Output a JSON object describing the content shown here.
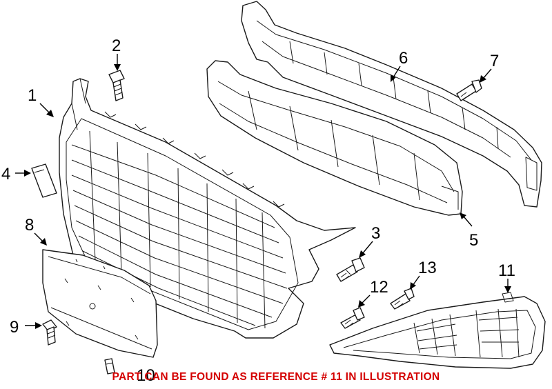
{
  "diagram": {
    "callouts": [
      "1",
      "2",
      "3",
      "4",
      "5",
      "6",
      "7",
      "8",
      "9",
      "10",
      "11",
      "12",
      "13"
    ]
  },
  "notice": {
    "text": "PART CAN BE FOUND AS REFERENCE # 11 IN ILLUSTRATION",
    "color": "#d40000"
  },
  "colors": {
    "line": "#1a1a1a",
    "background": "#ffffff"
  }
}
